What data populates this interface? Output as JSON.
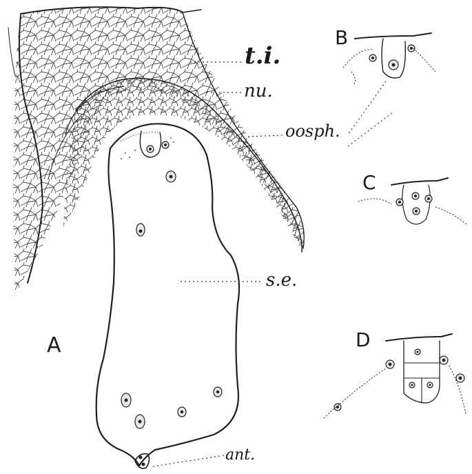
{
  "figure": {
    "panel_labels": {
      "a": "A",
      "b": "B",
      "c": "C",
      "d": "D"
    },
    "labels": {
      "ti": "t.i.",
      "nu": "nu.",
      "oosph": "oosph.",
      "se": "s.e.",
      "ant": "ant."
    }
  }
}
